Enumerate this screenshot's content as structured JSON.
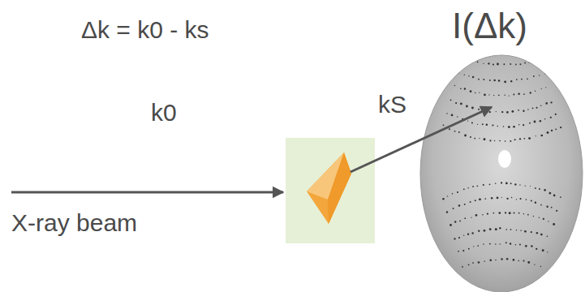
{
  "diagram": {
    "labels": [
      "Δk = k0 - ks",
      "I(Δk)",
      "k0",
      "X-ray beam",
      "kS"
    ]
  }
}
